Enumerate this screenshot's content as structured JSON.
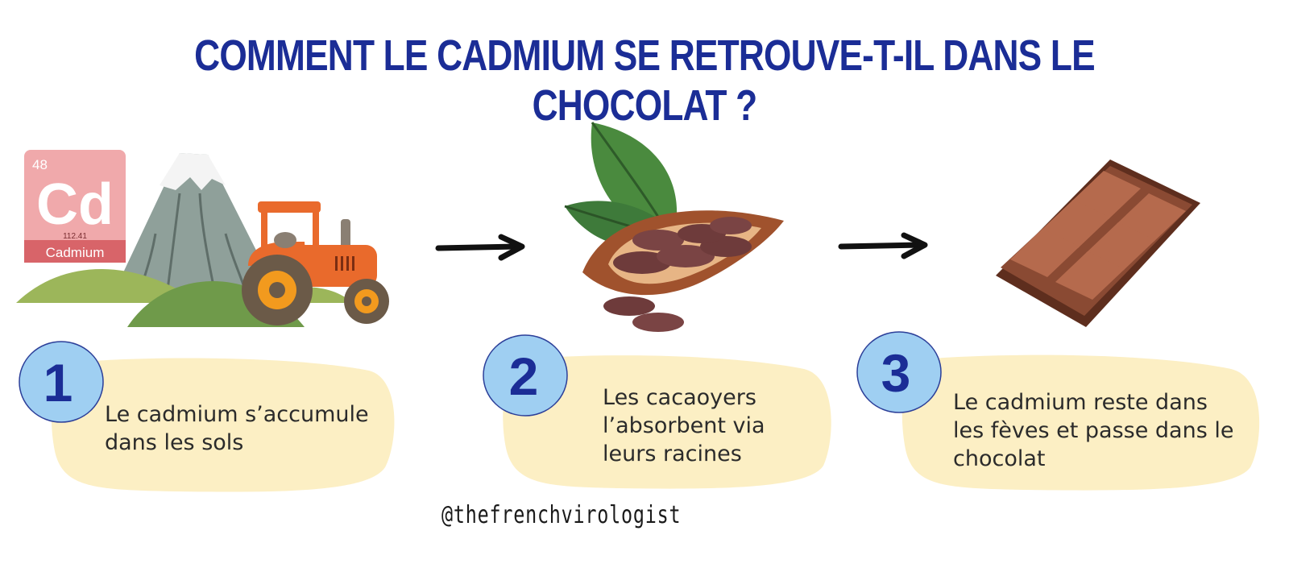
{
  "title": "Comment le cadmium se retrouve-t-il dans le chocolat ?",
  "element_tile": {
    "atomic_number": "48",
    "symbol": "Cd",
    "atomic_mass": "112.41",
    "name": "Cadmium"
  },
  "steps": [
    {
      "number": "1",
      "text": "Le cadmium s’accumule dans les sols"
    },
    {
      "number": "2",
      "text": "Les cacaoyers l’absorbent via leurs racines"
    },
    {
      "number": "3",
      "text": "Le cadmium reste dans les fèves et passe dans le chocolat"
    }
  ],
  "handle": "@thefrenchvirologist",
  "colors": {
    "title": "#1b2d96",
    "badge_fill": "#9fcff2",
    "badge_number": "#1b2d96",
    "blob": "#fcefc4",
    "tile": "#f0a9ab",
    "tile_dark": "#d86469",
    "tractor": "#e96a2c",
    "hills": "#8fb158",
    "mountain": "#8fa09a",
    "chocolate": "#7a3f2b",
    "cocoa_pod": "#a0522d",
    "leaf": "#3e7a3a"
  },
  "icons": [
    "periodic-table-tile",
    "mountain-icon",
    "tractor-icon",
    "cocoa-pod-icon",
    "chocolate-bar-icon",
    "arrow-right-icon"
  ]
}
